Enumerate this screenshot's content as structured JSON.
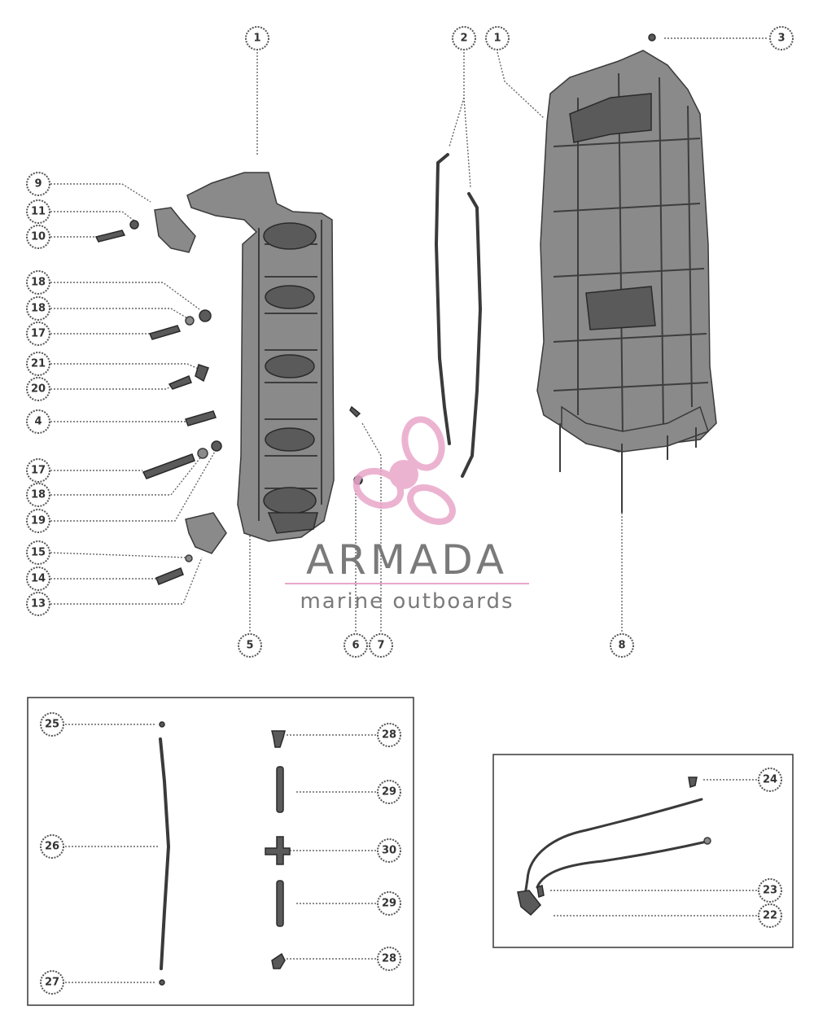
{
  "watermark": {
    "brand": "ARMADA",
    "tagline": "marine outboards",
    "accent_color": "#e9a6c9"
  },
  "callouts": {
    "c1a": "1",
    "c1b": "1",
    "c2": "2",
    "c3": "3",
    "c9": "9",
    "c11": "11",
    "c10": "10",
    "c18a": "18",
    "c18b": "18",
    "c17a": "17",
    "c21": "21",
    "c20": "20",
    "c4": "4",
    "c17b": "17",
    "c18c": "18",
    "c19": "19",
    "c15": "15",
    "c14": "14",
    "c13": "13",
    "c5": "5",
    "c6": "6",
    "c7": "7",
    "c8": "8",
    "c25": "25",
    "c26": "26",
    "c27": "27",
    "c28a": "28",
    "c29a": "29",
    "c30": "30",
    "c29b": "29",
    "c28b": "28",
    "c24": "24",
    "c23": "23",
    "c22": "22"
  }
}
